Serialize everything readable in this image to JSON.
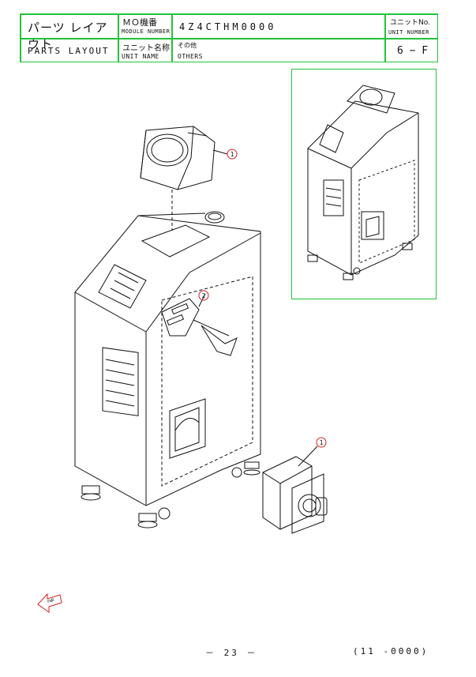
{
  "title_block": {
    "parts_layout_jp": "パーツ レイアウト",
    "parts_layout_en": "PARTS LAYOUT",
    "mo_label_jp": "ＭＯ機番",
    "mo_label_en": "MODULE NUMBER",
    "module_number": "4Z4CTHM0000",
    "unit_name_label_jp": "ユニット名称",
    "unit_name_label_en": "UNIT NAME",
    "unit_name_jp": "その他",
    "unit_name_en": "OTHERS",
    "unit_no_label_jp": "ユニットNo.",
    "unit_no_label_en": "UNIT NUMBER",
    "unit_number": "6 − F"
  },
  "callouts": [
    "1",
    "2",
    "1"
  ],
  "fwd_label": "FWD",
  "footer": {
    "page": "－ 23 －",
    "code": "(11 -0000)"
  },
  "colors": {
    "frame": "#22c33a",
    "callout": "#d62020",
    "ink": "#111111"
  }
}
